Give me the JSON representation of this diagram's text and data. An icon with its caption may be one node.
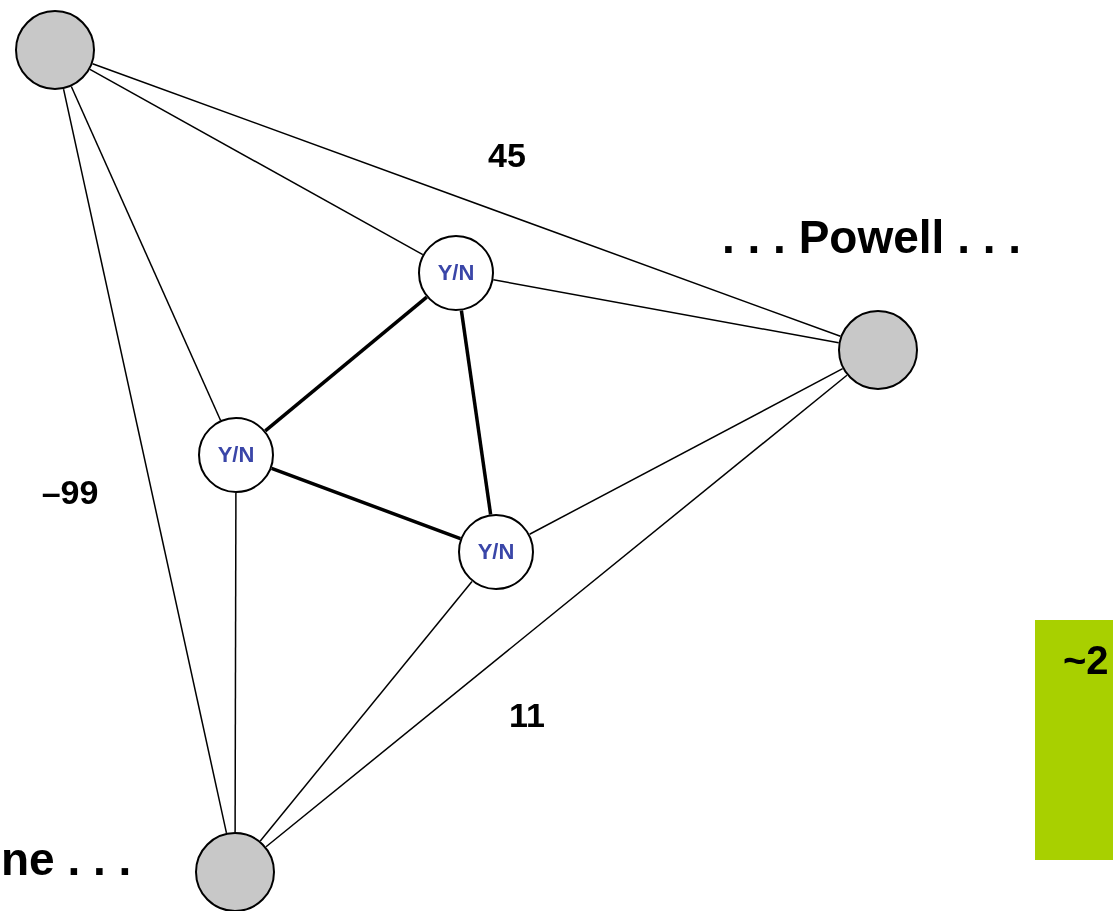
{
  "diagram": {
    "nodes": [
      {
        "text": [],
        "shape": "circle"
      },
      {
        "text": [],
        "shape": "circle",
        "beside": [
          ". . . Powell . . ."
        ]
      },
      {
        "text": [],
        "shape": "circle",
        "beside": [
          "ne . . ."
        ]
      },
      {
        "text": [
          "Y/N"
        ]
      },
      {
        "text": [
          "Y/N"
        ]
      },
      {
        "text": [
          "Y/N"
        ]
      },
      {
        "text": [
          "~2"
        ]
      }
    ],
    "edges": [
      {
        "from": 0,
        "to": 1,
        "arrow": "none",
        "label": "45"
      },
      {
        "from": 0,
        "to": 3,
        "arrow": "none"
      },
      {
        "from": 0,
        "to": 4,
        "arrow": "none"
      },
      {
        "from": 0,
        "to": 2,
        "arrow": "none",
        "label": "–99"
      },
      {
        "from": 3,
        "to": 1,
        "arrow": "none"
      },
      {
        "from": 3,
        "to": 4,
        "arrow": "none",
        "style": "thick"
      },
      {
        "from": 3,
        "to": 5,
        "arrow": "none",
        "style": "thick"
      },
      {
        "from": 4,
        "to": 5,
        "arrow": "none",
        "style": "thick"
      },
      {
        "from": 4,
        "to": 2,
        "arrow": "none"
      },
      {
        "from": 5,
        "to": 1,
        "arrow": "none"
      },
      {
        "from": 5,
        "to": 2,
        "arrow": "none"
      },
      {
        "from": 1,
        "to": 2,
        "arrow": "none",
        "label": "11"
      }
    ]
  }
}
